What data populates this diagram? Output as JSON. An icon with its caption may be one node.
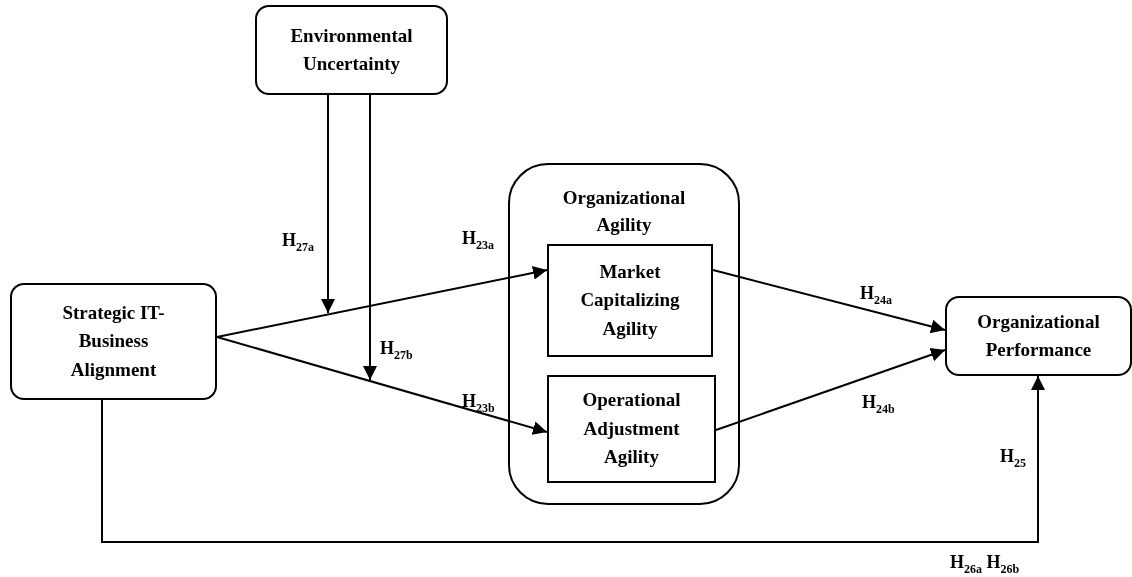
{
  "diagram": {
    "nodes": [
      {
        "text": [
          "Environmental Uncertainty"
        ]
      },
      {
        "text": [
          "Strategic IT-Business Alignment"
        ]
      },
      {
        "text": [
          "Organizational Agility"
        ]
      },
      {
        "text": [
          "Market Capitalizing Agility"
        ],
        "in": 2
      },
      {
        "text": [
          "Operational Adjustment Agility"
        ],
        "in": 2
      },
      {
        "text": [
          "Organizational Performance"
        ]
      }
    ],
    "edges": [
      {
        "from": 1,
        "to": 3,
        "arrow": "to",
        "label": "H$_{23a}$"
      },
      {
        "from": 1,
        "to": 4,
        "arrow": "to",
        "label": "H$_{23b}$"
      },
      {
        "from": 3,
        "to": 5,
        "arrow": "to",
        "label": "H$_{24a}$"
      },
      {
        "from": 4,
        "to": 5,
        "arrow": "to",
        "label": "H$_{24b}$"
      },
      {
        "from": 1,
        "to": 5,
        "arrow": "to",
        "label": "H$_{25}$"
      },
      {
        "from": 0,
        "to": null,
        "arrow": "to",
        "label": "H$_{27a}$"
      },
      {
        "from": 0,
        "to": null,
        "arrow": "to",
        "label": "H$_{27b}$"
      }
    ],
    "labels": [
      "H$_{26a}$ H$_{26b}$"
    ]
  }
}
